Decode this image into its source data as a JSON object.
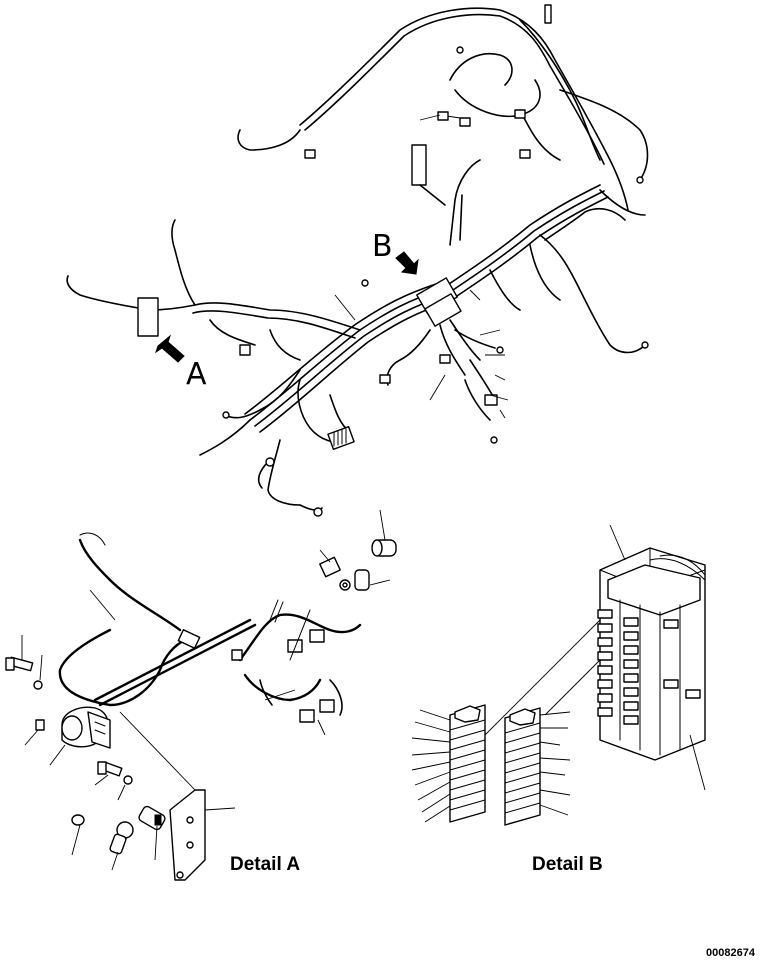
{
  "diagram": {
    "callouts": {
      "view_a": "A",
      "view_b": "B"
    },
    "captions": {
      "detail_a": "Detail A",
      "detail_b": "Detail B"
    },
    "part_number": "00082674"
  }
}
